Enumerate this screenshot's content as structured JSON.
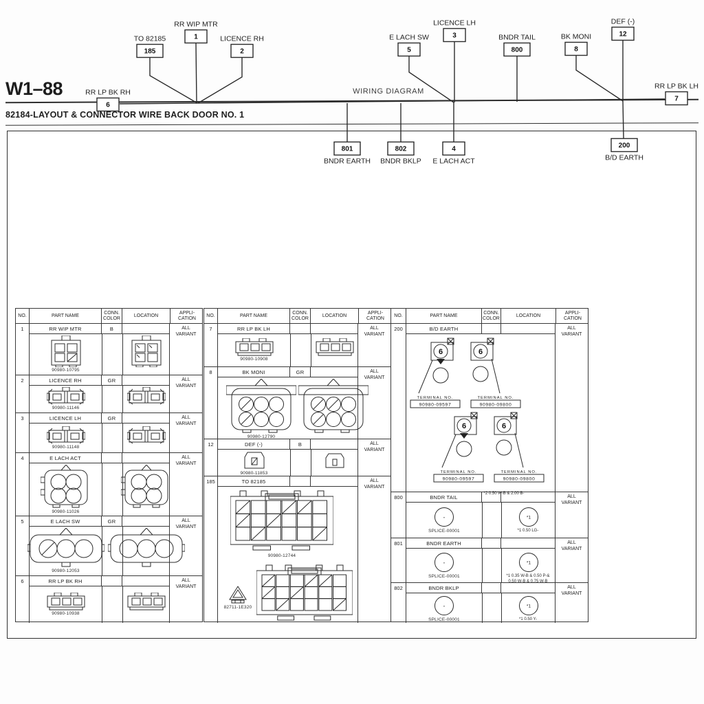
{
  "page": {
    "code": "W1–88",
    "header": "WIRING DIAGRAM",
    "title": "82184-LAYOUT & CONNECTOR WIRE BACK DOOR NO. 1"
  },
  "diagram": {
    "nodes": [
      {
        "id": "n185",
        "num": "185",
        "label": "TO 82185",
        "label_pos": "above"
      },
      {
        "id": "n1",
        "num": "1",
        "label": "RR WIP MTR",
        "label_pos": "above"
      },
      {
        "id": "n2",
        "num": "2",
        "label": "LICENCE RH",
        "label_pos": "above"
      },
      {
        "id": "n5",
        "num": "5",
        "label": "E LACH SW",
        "label_pos": "above"
      },
      {
        "id": "n3",
        "num": "3",
        "label": "LICENCE LH",
        "label_pos": "above"
      },
      {
        "id": "n800",
        "num": "800",
        "label": "BNDR TAIL",
        "label_pos": "above"
      },
      {
        "id": "n8",
        "num": "8",
        "label": "BK MONI",
        "label_pos": "above"
      },
      {
        "id": "n12",
        "num": "12",
        "label": "DEF (-)",
        "label_pos": "above"
      },
      {
        "id": "n6",
        "num": "6",
        "label": "RR LP BK RH",
        "label_pos": "above"
      },
      {
        "id": "n7",
        "num": "7",
        "label": "RR LP BK LH",
        "label_pos": "above"
      },
      {
        "id": "n801",
        "num": "801",
        "label": "BNDR EARTH",
        "label_pos": "below"
      },
      {
        "id": "n802",
        "num": "802",
        "label": "BNDR BKLP",
        "label_pos": "below"
      },
      {
        "id": "n4",
        "num": "4",
        "label": "E LACH ACT",
        "label_pos": "below"
      },
      {
        "id": "n200",
        "num": "200",
        "label": "B/D EARTH",
        "label_pos": "below"
      }
    ]
  },
  "table_columns": {
    "no": "NO.",
    "part_name": "PART NAME",
    "conn_color": "CONN.\nCOLOR",
    "location": "LOCATION",
    "application": "APPLI-\nCATION"
  },
  "tables": [
    {
      "rows": [
        {
          "no": "1",
          "part_name": "RR WIP MTR",
          "conn_color": "B",
          "application": "ALL\nVARIANT",
          "part_number": "90980-10795",
          "glyph": "quadSquare",
          "wide": false
        },
        {
          "no": "2",
          "part_name": "LICENCE RH",
          "conn_color": "GR",
          "application": "ALL\nVARIANT",
          "part_number": "90980-11146",
          "glyph": "twoPin",
          "wide": false
        },
        {
          "no": "3",
          "part_name": "LICENCE LH",
          "conn_color": "GR",
          "application": "ALL\nVARIANT",
          "part_number": "90980-11148",
          "glyph": "twoPin",
          "wide": false
        },
        {
          "no": "4",
          "part_name": "E LACH ACT",
          "conn_color": "",
          "application": "ALL\nVARIANT",
          "part_number": "90980-11026",
          "glyph": "quadRound",
          "wide": false
        },
        {
          "no": "5",
          "part_name": "E LACH SW",
          "conn_color": "GR",
          "application": "ALL\nVARIANT",
          "part_number": "90980-12053",
          "glyph": "triRound",
          "wide": false
        },
        {
          "no": "6",
          "part_name": "RR LP BK RH",
          "conn_color": "",
          "application": "ALL\nVARIANT",
          "part_number": "90980-10938",
          "glyph": "triFlat",
          "wide": false
        }
      ]
    },
    {
      "rows": [
        {
          "no": "7",
          "part_name": "RR LP BK LH",
          "conn_color": "",
          "application": "ALL\nVARIANT",
          "part_number": "90980-10908",
          "glyph": "triFlat",
          "wide": false
        },
        {
          "no": "8",
          "part_name": "BK MONI",
          "conn_color": "GR",
          "application": "ALL\nVARIANT",
          "part_number": "90980-12790",
          "glyph": "sixRound",
          "wide": true
        },
        {
          "no": "12",
          "part_name": "DEF (-)",
          "conn_color": "B",
          "application": "ALL\nVARIANT",
          "part_number": "90980-11853",
          "glyph": "onePin",
          "wide": false
        },
        {
          "no": "185",
          "part_name": "TO 82185",
          "conn_color": "",
          "application": "ALL\nVARIANT",
          "part_number": "90980-12744",
          "glyph": "bigBlock",
          "wide": true,
          "extra_part_number": "82711-1E320"
        }
      ]
    },
    {
      "rows": [
        {
          "no": "200",
          "part_name": "B/D EARTH",
          "conn_color": "",
          "application": "ALL\nVARIANT",
          "glyph": "earth",
          "wide": true,
          "terminal_label": "TERMINAL NO.",
          "terminal_numbers": [
            "90980-09597",
            "90980-09800"
          ],
          "note": "*2 0.50 W-B    & 2.00 B-"
        },
        {
          "no": "800",
          "part_name": "BNDR TAIL",
          "conn_color": "",
          "application": "ALL\nVARIANT",
          "part_number": "SPLICE-00001",
          "glyph": "splice",
          "wide": false,
          "location_mark": "*1",
          "location_note": "*1 0.50 LG-"
        },
        {
          "no": "801",
          "part_name": "BNDR EARTH",
          "conn_color": "",
          "application": "ALL\nVARIANT",
          "part_number": "SPLICE-00001",
          "glyph": "splice",
          "wide": false,
          "location_mark": "*1",
          "location_note": "*1 0.35 W-B   & 0.50 P-&\n0.50 W-B   & 0.75 W-B"
        },
        {
          "no": "802",
          "part_name": "BNDR BKLP",
          "conn_color": "",
          "application": "ALL\nVARIANT",
          "part_number": "SPLICE-00001",
          "glyph": "splice",
          "wide": false,
          "location_mark": "*1",
          "location_note": "*1 0.50 Y-"
        }
      ]
    }
  ]
}
